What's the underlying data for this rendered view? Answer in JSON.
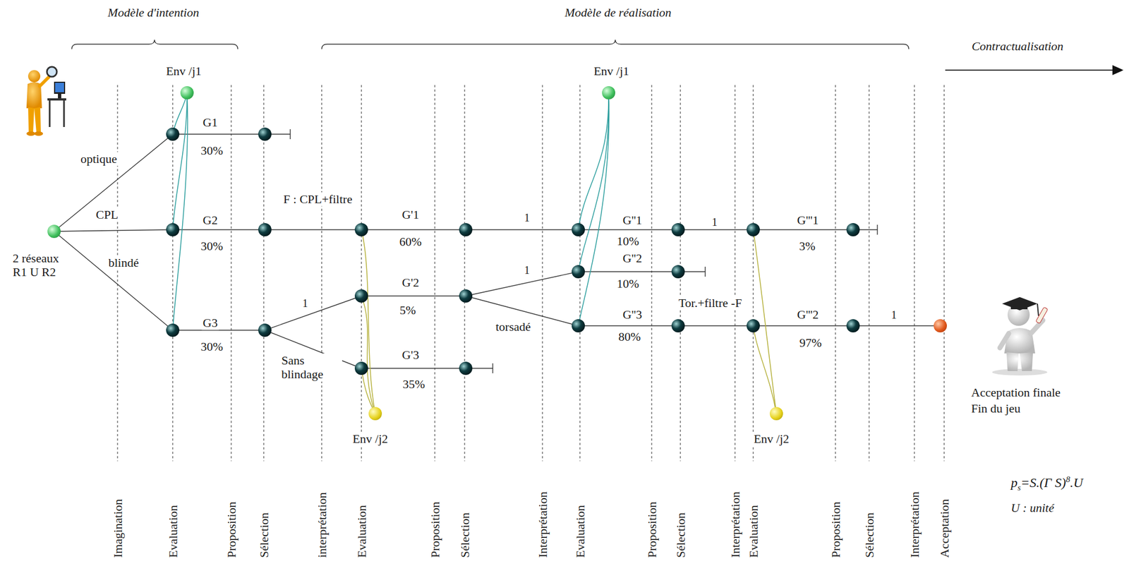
{
  "diagram": {
    "nodes": [
      {
        "text": [
          "2 réseaux R1 U R2"
        ]
      },
      {
        "text": [
          "Env /j1"
        ]
      },
      {
        "text": [
          "Env /j2"
        ]
      },
      {
        "text": [
          "Env /j1"
        ]
      },
      {
        "text": [
          "Env /j2"
        ]
      },
      {
        "text": [
          "Acceptation finale",
          "Fin du jeu"
        ]
      }
    ],
    "labels": [
      "Modèle d'intention",
      "Modèle de réalisation",
      "Contractualisation",
      "optique",
      "CPL",
      "blindé",
      "G1",
      "30%",
      "G2",
      "30%",
      "G3",
      "30%",
      "F : CPL+filtre",
      "1",
      "Sans blindage",
      "G'1",
      "60%",
      "G'2",
      "5%",
      "G'3",
      "35%",
      "1",
      "1",
      "torsadé",
      "G''1",
      "10%",
      "G''2",
      "10%",
      "G''3",
      "80%",
      "1",
      "Tor.+filtre -F",
      "G'''1",
      "3%",
      "G'''2",
      "97%",
      "1",
      "Imagination",
      "Evaluation",
      "Proposition",
      "Sélection",
      "interprétation",
      "Evaluation",
      "Proposition",
      "Sélection",
      "Interprétation",
      "Evaluation",
      "Proposition",
      "Sélection",
      "Interprétation",
      "Evaluation",
      "Proposition",
      "Sélection",
      "Interprétation",
      "Acceptation",
      "p",
      "s",
      "=S.(Γ S)",
      "8",
      ".U",
      "U : unité"
    ]
  }
}
